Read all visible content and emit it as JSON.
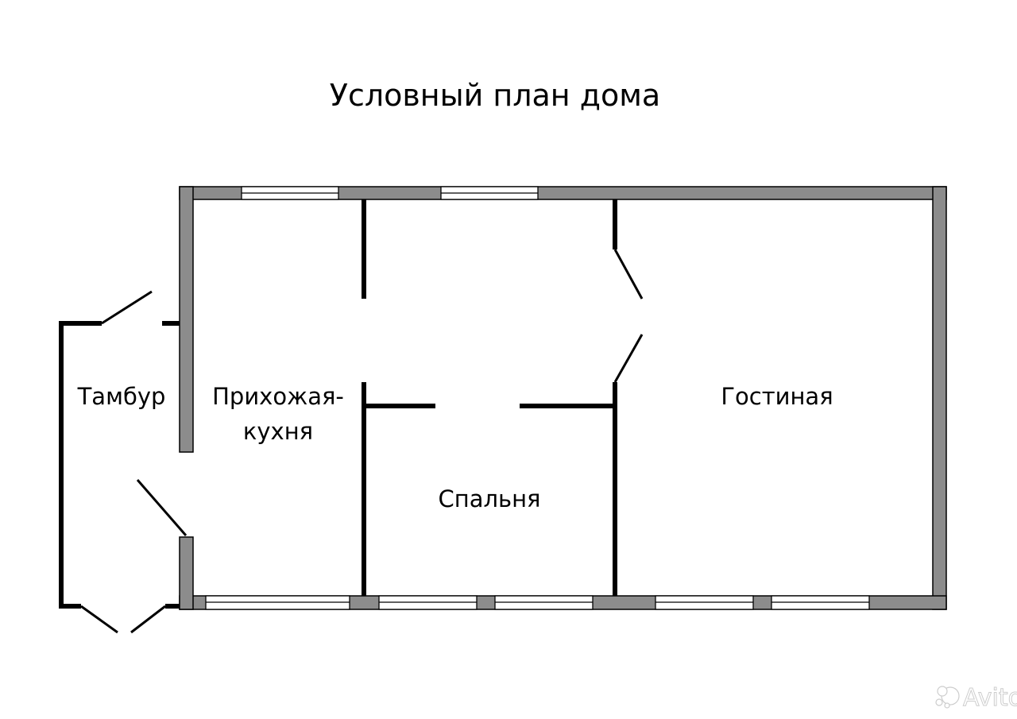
{
  "title": "Условный план дома",
  "rooms": {
    "vestibule": "Тамбур",
    "hallway_kitchen_line1": "Прихожая-",
    "hallway_kitchen_line2": "кухня",
    "bedroom": "Спальня",
    "living_room": "Гостиная"
  },
  "colors": {
    "outer_wall": "#8c8c8c",
    "inner_wall": "#000000",
    "background": "#ffffff"
  },
  "watermark": {
    "text": "Avito",
    "icon": "avito-logo-icon"
  }
}
